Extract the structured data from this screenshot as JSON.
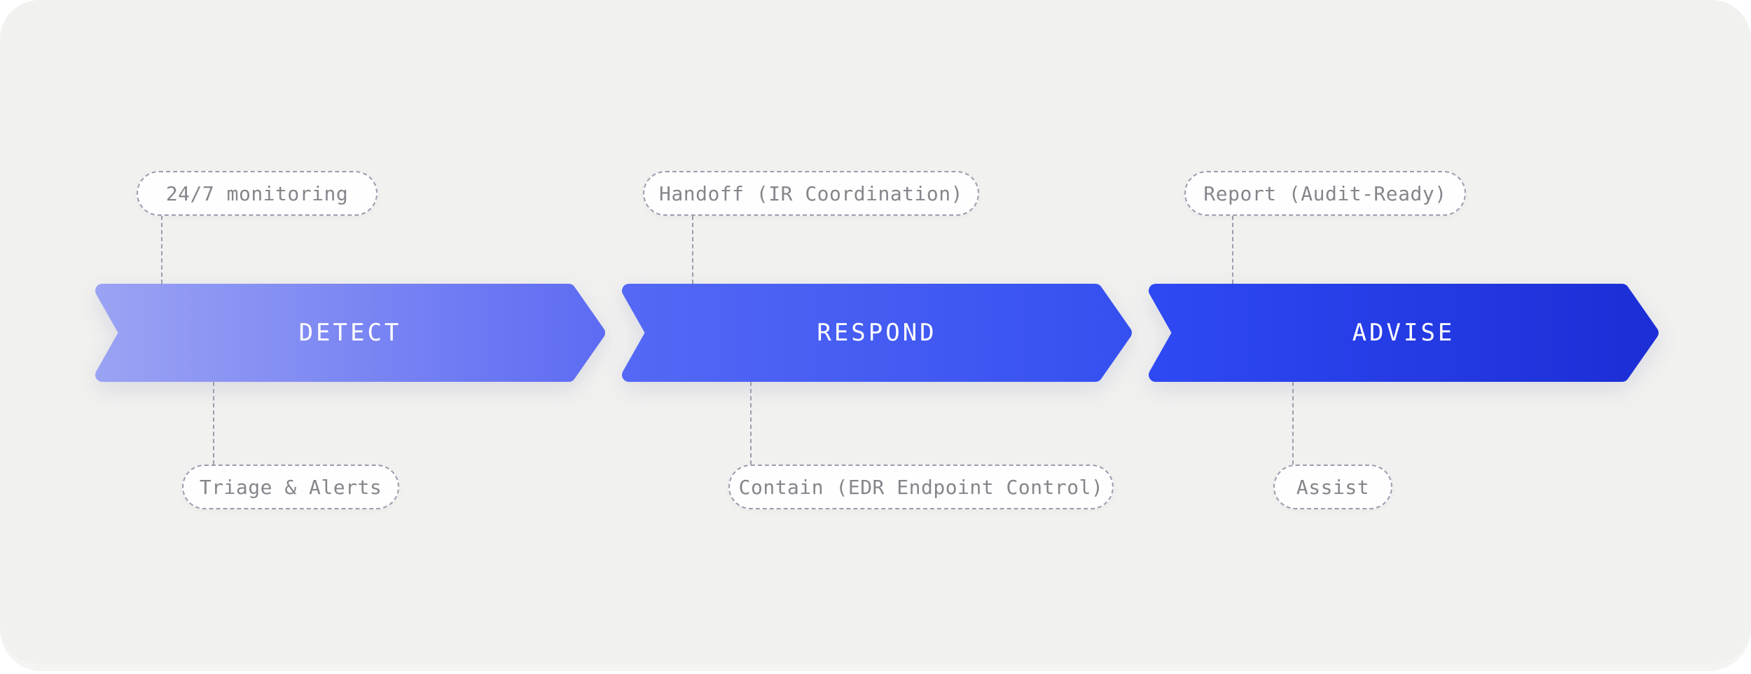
{
  "diagram_title": "Detect Respond Advise process flow",
  "styles": {
    "panel_color": "#f1f1ef",
    "panel_back_color": "#f4f4f2",
    "pill_bg_color": "#fefefe",
    "pill_border_color": "#9a9eae",
    "pill_text_color": "#85868c",
    "connector_color": "#9a9eae",
    "title_color": "#ffffff"
  },
  "stages": [
    {
      "title": "DETECT",
      "top_label": "24/7 monitoring",
      "bottom_label": "Triage & Alerts",
      "gradient_start": "#9aa2f3",
      "gradient_end": "#5e6cf3"
    },
    {
      "title": "RESPOND",
      "top_label": "Handoff (IR Coordination)",
      "bottom_label": "Contain (EDR Endpoint Control)",
      "gradient_start": "#5468f5",
      "gradient_end": "#3550f0"
    },
    {
      "title": "ADVISE",
      "top_label": "Report (Audit-Ready)",
      "bottom_label": "Assist",
      "gradient_start": "#2e49f3",
      "gradient_end": "#1c2ed6"
    }
  ]
}
